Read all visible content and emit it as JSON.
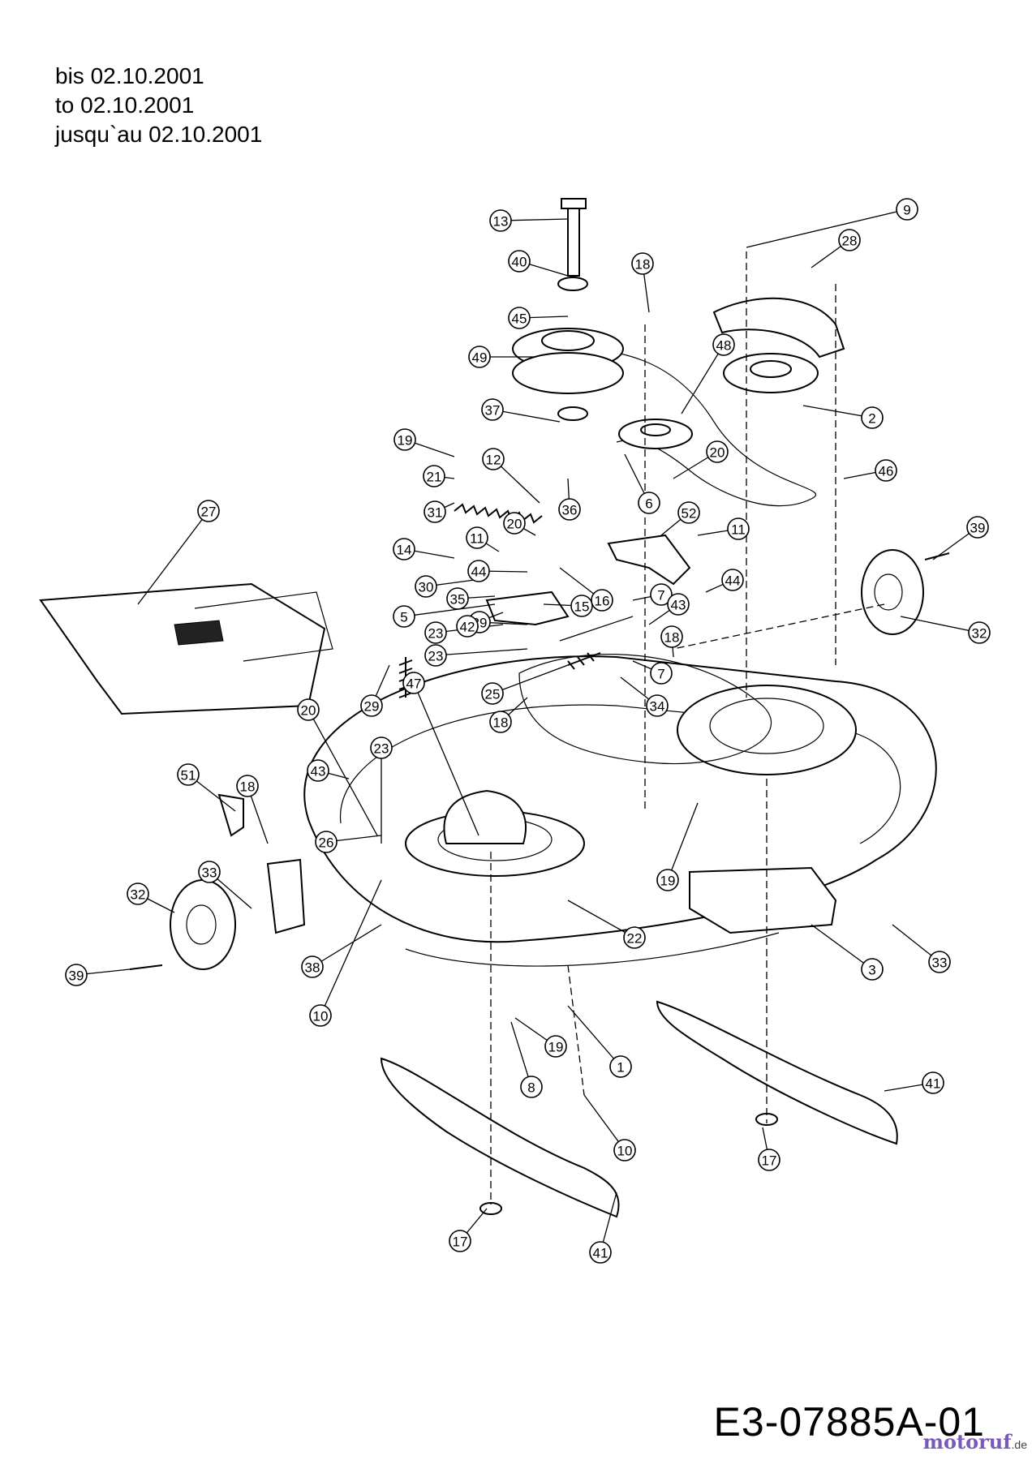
{
  "header": {
    "line1": "bis 02.10.2001",
    "line2": "to 02.10.2001",
    "line3": "jusqu`au 02.10.2001"
  },
  "drawing_code": "E3-07885A-01",
  "watermark": {
    "text": "motoruf",
    "suffix": ".de",
    "color": "#7a5ab8"
  },
  "callouts": [
    "1",
    "2",
    "3",
    "5",
    "6",
    "7",
    "7",
    "8",
    "9",
    "10",
    "10",
    "11",
    "11",
    "12",
    "13",
    "14",
    "15",
    "16",
    "17",
    "17",
    "18",
    "18",
    "18",
    "18",
    "19",
    "19",
    "19",
    "20",
    "20",
    "20",
    "21",
    "22",
    "23",
    "23",
    "23",
    "25",
    "26",
    "27",
    "28",
    "29",
    "29",
    "30",
    "31",
    "32",
    "32",
    "33",
    "33",
    "34",
    "35",
    "36",
    "37",
    "38",
    "39",
    "39",
    "40",
    "41",
    "41",
    "42",
    "43",
    "43",
    "44",
    "44",
    "45",
    "46",
    "47",
    "48",
    "49",
    "51",
    "52"
  ]
}
